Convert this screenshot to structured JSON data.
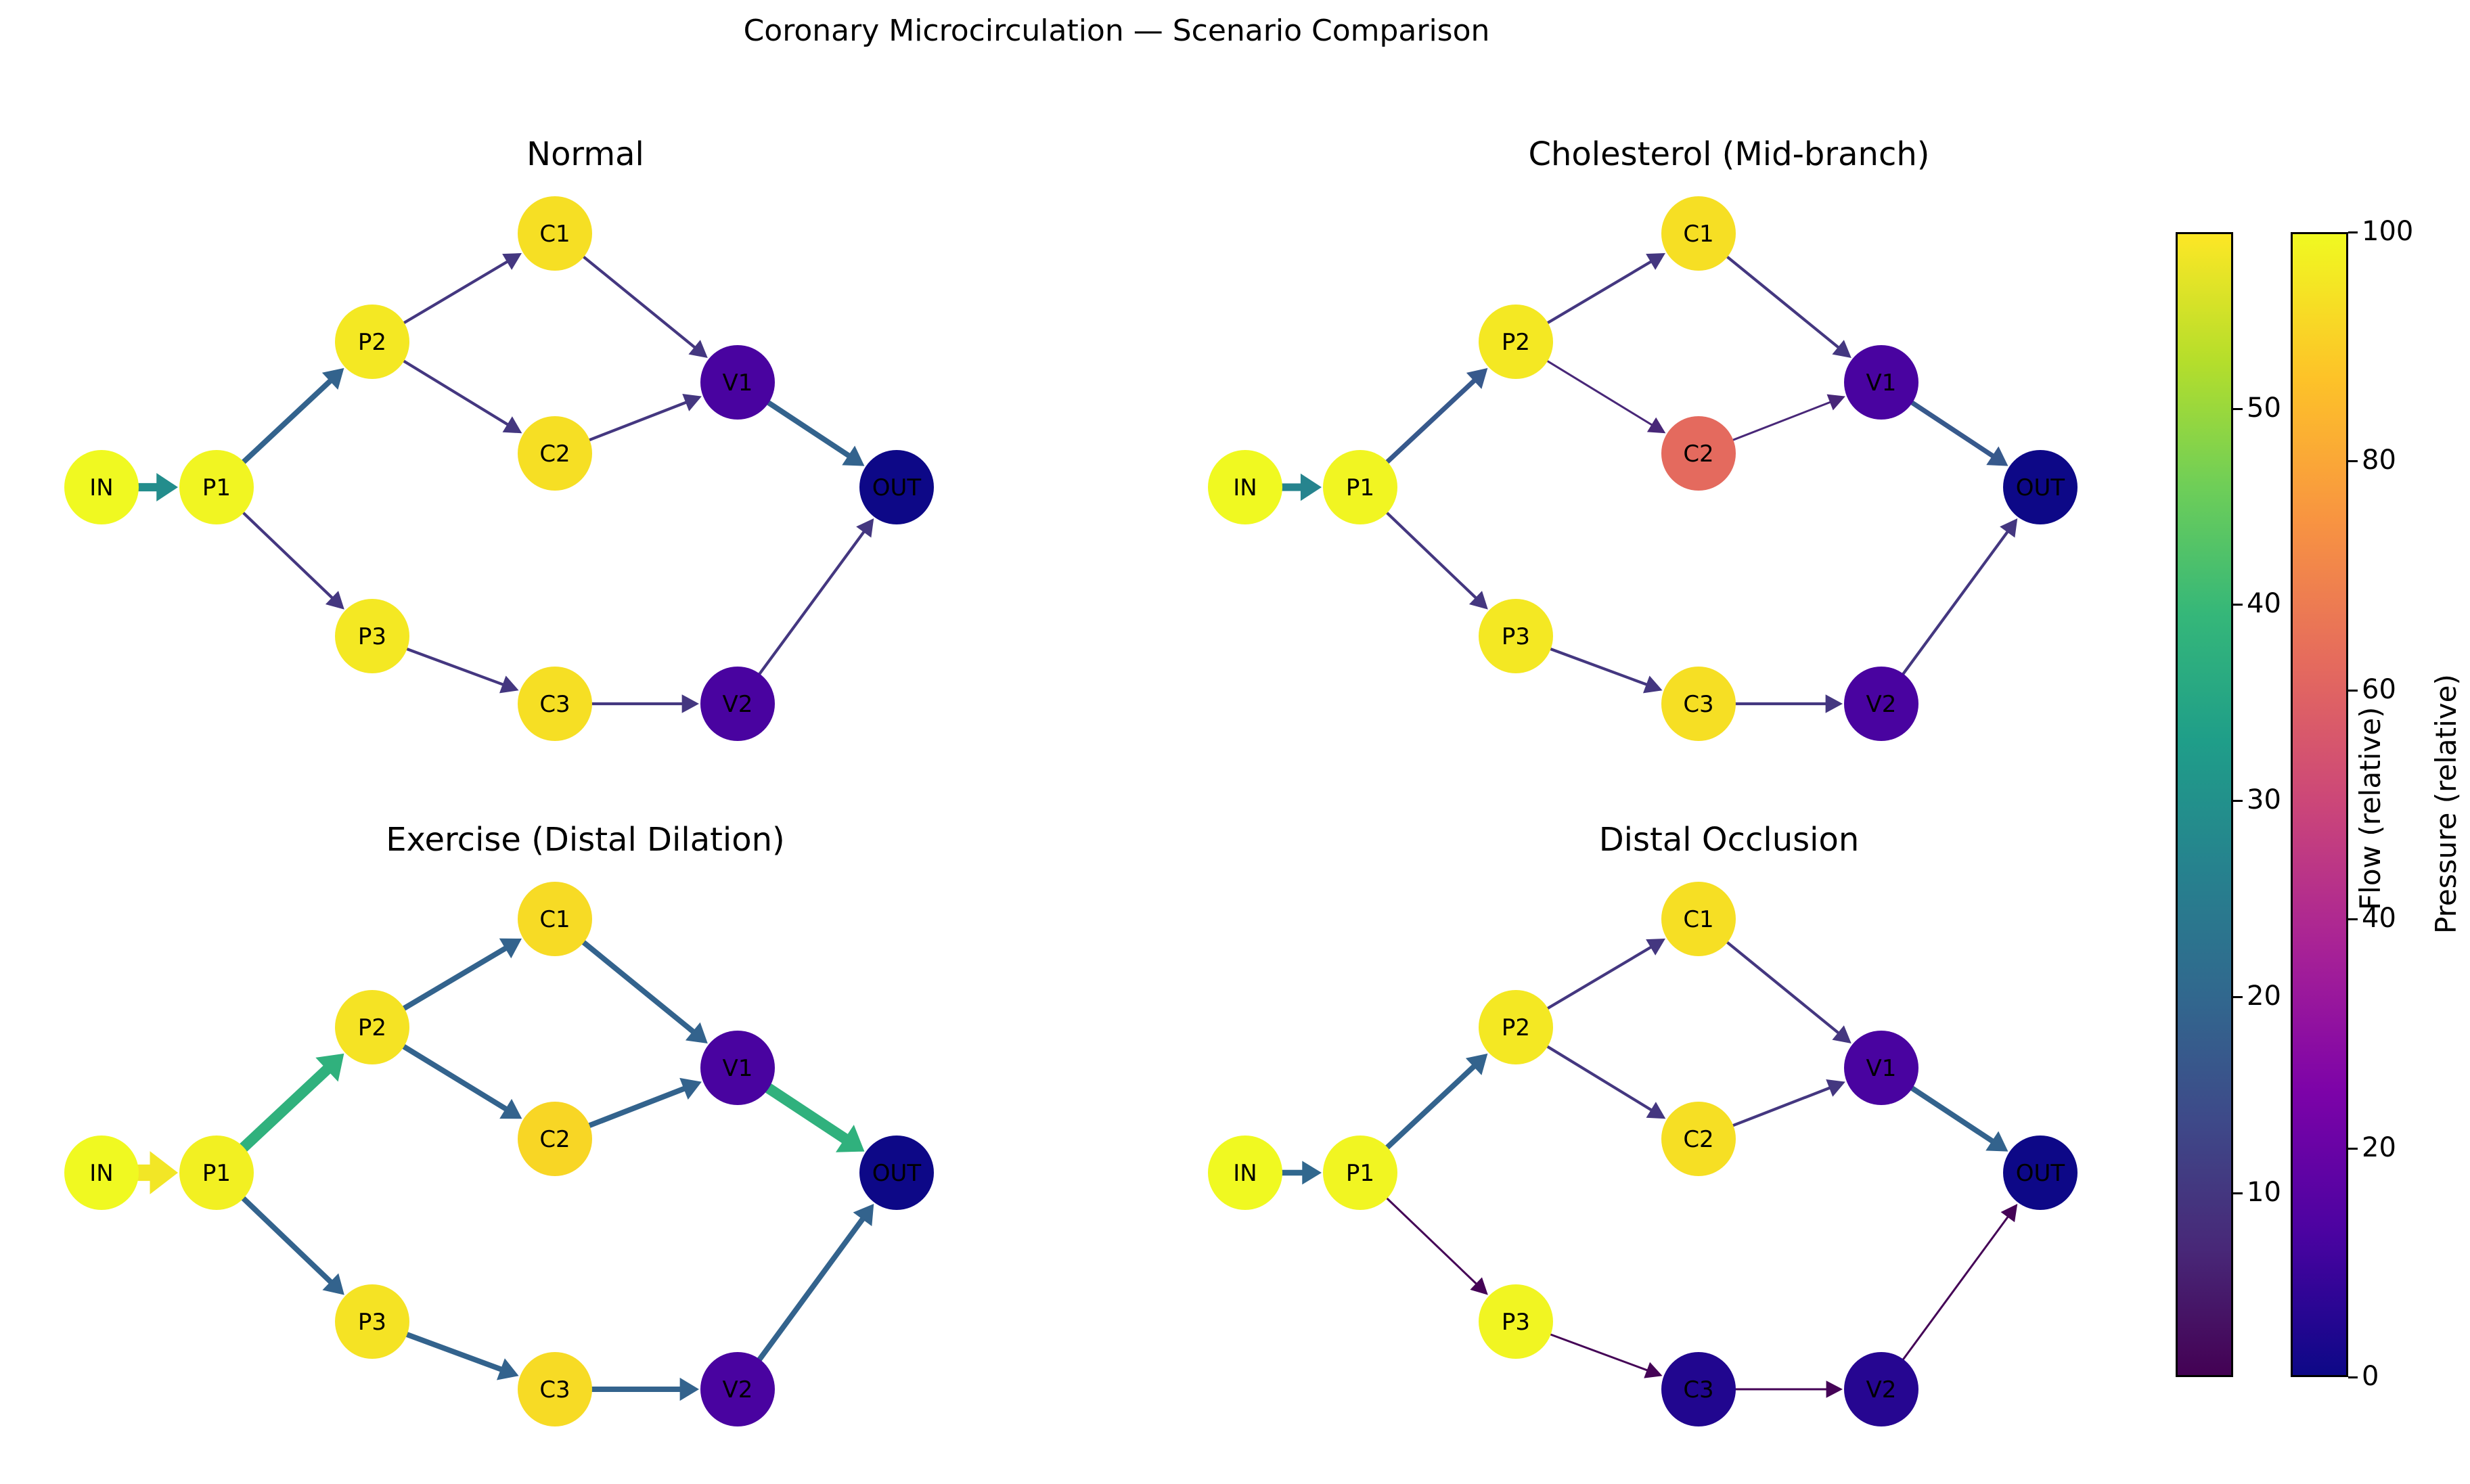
{
  "figure": {
    "title": "Coronary Microcirculation — Scenario Comparison"
  },
  "nodes": [
    "IN",
    "P1",
    "P2",
    "P3",
    "C1",
    "C2",
    "C3",
    "V1",
    "V2",
    "OUT"
  ],
  "edges": [
    [
      "IN",
      "P1"
    ],
    [
      "P1",
      "P2"
    ],
    [
      "P1",
      "P3"
    ],
    [
      "P2",
      "C1"
    ],
    [
      "P2",
      "C2"
    ],
    [
      "P3",
      "C3"
    ],
    [
      "C1",
      "V1"
    ],
    [
      "C2",
      "V1"
    ],
    [
      "C3",
      "V2"
    ],
    [
      "V1",
      "OUT"
    ],
    [
      "V2",
      "OUT"
    ]
  ],
  "panels": [
    {
      "title": "Normal",
      "pressure": {
        "IN": 100,
        "P1": 99,
        "P2": 96,
        "P3": 96,
        "C1": 94,
        "C2": 94,
        "C3": 94,
        "V1": 12,
        "V2": 12,
        "OUT": 0
      },
      "flow": {
        "IN-P1": 29,
        "P1-P2": 19,
        "P1-P3": 10,
        "P2-C1": 10,
        "P2-C2": 10,
        "P3-C3": 10,
        "C1-V1": 10,
        "C2-V1": 10,
        "C3-V2": 10,
        "V1-OUT": 19,
        "V2-OUT": 10
      }
    },
    {
      "title": "Cholesterol (Mid-branch)",
      "pressure": {
        "IN": 100,
        "P1": 99,
        "P2": 96,
        "P3": 96,
        "C1": 94,
        "C2": 62,
        "C3": 94,
        "V1": 12,
        "V2": 12,
        "OUT": 0
      },
      "flow": {
        "IN-P1": 27,
        "P1-P2": 17,
        "P1-P3": 10,
        "P2-C1": 10,
        "P2-C2": 7,
        "P3-C3": 10,
        "C1-V1": 10,
        "C2-V1": 7,
        "C3-V2": 10,
        "V1-OUT": 17,
        "V2-OUT": 10
      }
    },
    {
      "title": "Exercise (Distal Dilation)",
      "pressure": {
        "IN": 100,
        "P1": 98,
        "P2": 95,
        "P3": 95,
        "C1": 93,
        "C2": 92,
        "C3": 93,
        "V1": 12,
        "V2": 12,
        "OUT": 0
      },
      "flow": {
        "IN-P1": 58,
        "P1-P2": 38,
        "P1-P3": 19,
        "P2-C1": 19,
        "P2-C2": 19,
        "P3-C3": 19,
        "C1-V1": 19,
        "C2-V1": 19,
        "C3-V2": 19,
        "V1-OUT": 38,
        "V2-OUT": 19
      }
    },
    {
      "title": "Distal Occlusion",
      "pressure": {
        "IN": 100,
        "P1": 99,
        "P2": 96,
        "P3": 99,
        "C1": 94,
        "C2": 94,
        "C3": 4,
        "V1": 12,
        "V2": 5,
        "OUT": 0
      },
      "flow": {
        "IN-P1": 20,
        "P1-P2": 19,
        "P1-P3": 1,
        "P2-C1": 10,
        "P2-C2": 10,
        "P3-C3": 1,
        "C1-V1": 10,
        "C2-V1": 10,
        "C3-V2": 1,
        "V1-OUT": 19,
        "V2-OUT": 1
      }
    }
  ],
  "colorbars": {
    "flow": {
      "label": "Flow (relative)",
      "colormap": "viridis",
      "vmin": 0.6,
      "vmax": 59,
      "ticks": [
        "10",
        "20",
        "30",
        "40",
        "50"
      ]
    },
    "pressure": {
      "label": "Pressure (relative)",
      "colormap": "plasma",
      "vmin": 0,
      "vmax": 100,
      "ticks": [
        "0",
        "20",
        "40",
        "60",
        "80",
        "100"
      ]
    }
  }
}
